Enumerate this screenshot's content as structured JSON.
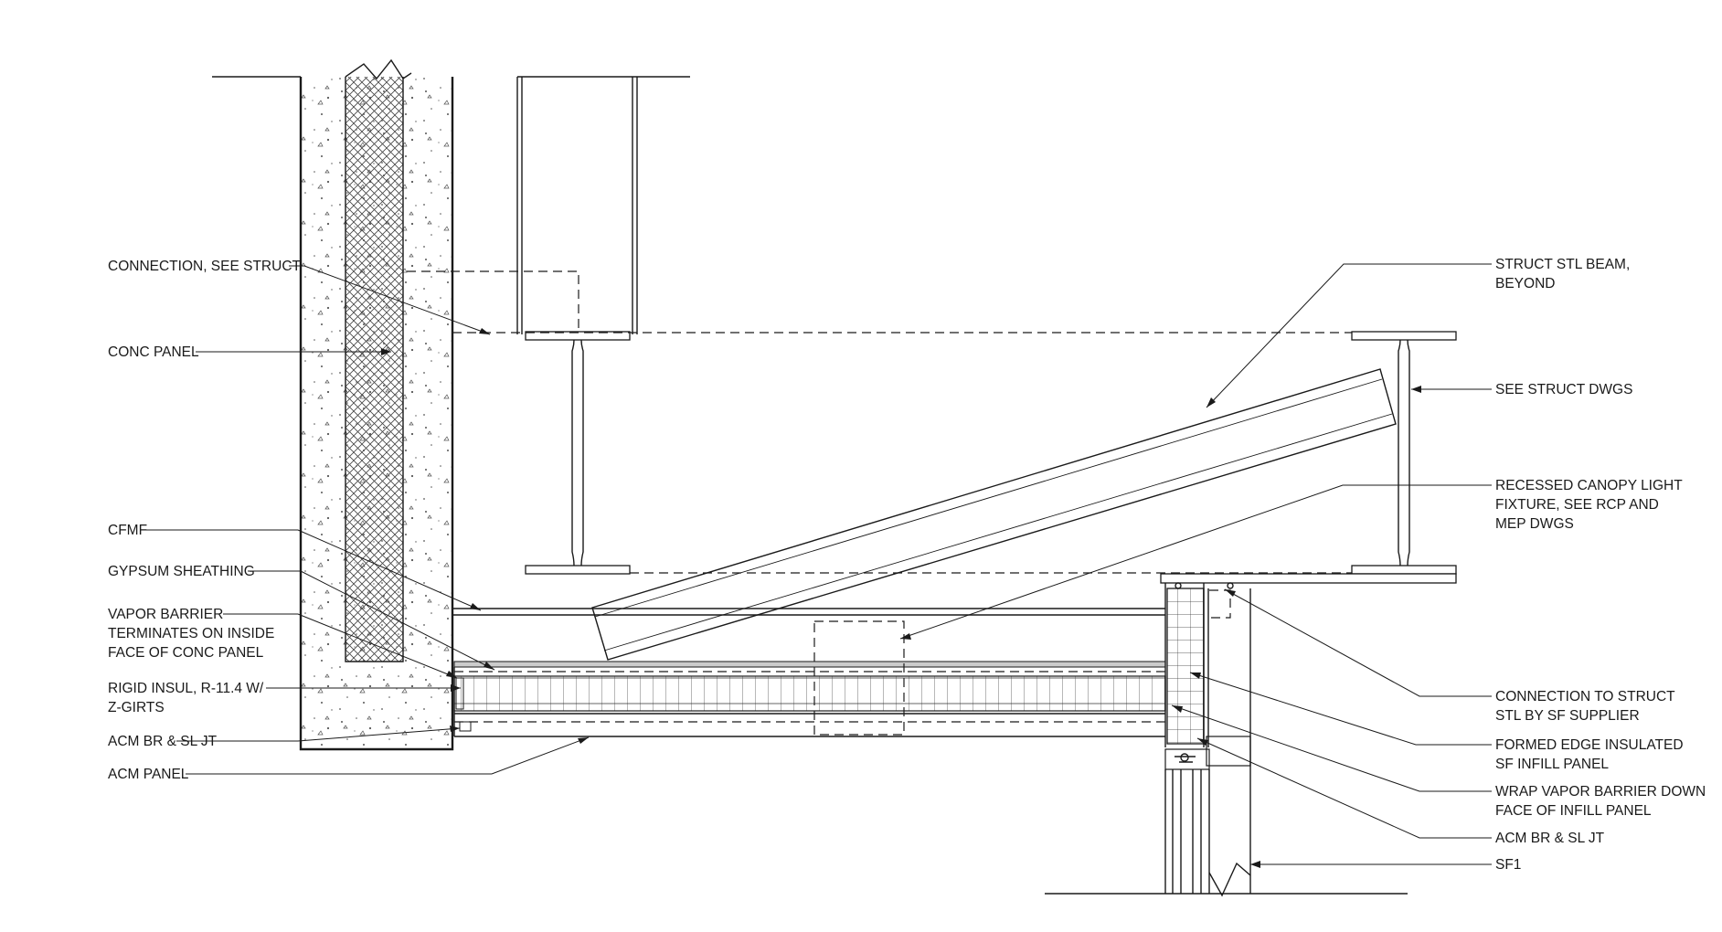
{
  "colors": {
    "line": "#1a1a1a",
    "background": "#ffffff"
  },
  "labels": {
    "connection_see_struct": "CONNECTION, SEE STRUCT",
    "conc_panel": "CONC PANEL",
    "cfmf": "CFMF",
    "gypsum_sheathing": "GYPSUM SHEATHING",
    "vapor_barrier": [
      "VAPOR BARRIER",
      "TERMINATES ON INSIDE",
      "FACE OF CONC PANEL"
    ],
    "rigid_insul": [
      "RIGID INSUL, R-11.4 W/",
      "Z-GIRTS"
    ],
    "acm_br_sl_jt_left": "ACM BR & SL JT",
    "acm_panel": "ACM PANEL",
    "struct_stl_beam": [
      "STRUCT STL BEAM,",
      "BEYOND"
    ],
    "see_struct_dwgs": "SEE STRUCT DWGS",
    "recessed_canopy_light": [
      "RECESSED CANOPY LIGHT",
      "FIXTURE, SEE RCP AND",
      "MEP DWGS"
    ],
    "connection_to_struct": [
      "CONNECTION TO STRUCT",
      "STL BY SF SUPPLIER"
    ],
    "formed_edge_panel": [
      "FORMED EDGE INSULATED",
      "SF INFILL PANEL"
    ],
    "wrap_vapor_barrier": [
      "WRAP VAPOR BARRIER DOWN",
      "FACE OF INFILL PANEL"
    ],
    "acm_br_sl_jt_right": "ACM BR & SL JT",
    "sf1": "SF1"
  }
}
